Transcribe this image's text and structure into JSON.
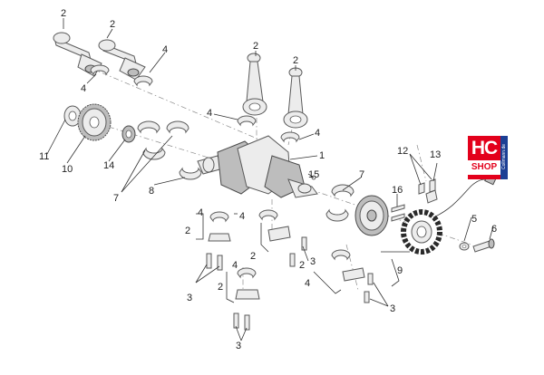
{
  "badge": {
    "brand": "HC",
    "shop": "SHOP",
    "side_text": "Collmann.de"
  },
  "callouts": {
    "n1": "1",
    "n2": "2",
    "n3": "3",
    "n4": "4",
    "n5": "5",
    "n6": "6",
    "n7": "7",
    "n8": "8",
    "n9": "9",
    "n10": "10",
    "n11": "11",
    "n12": "12",
    "n13": "13",
    "n14": "14",
    "n15": "15",
    "n16": "16"
  }
}
